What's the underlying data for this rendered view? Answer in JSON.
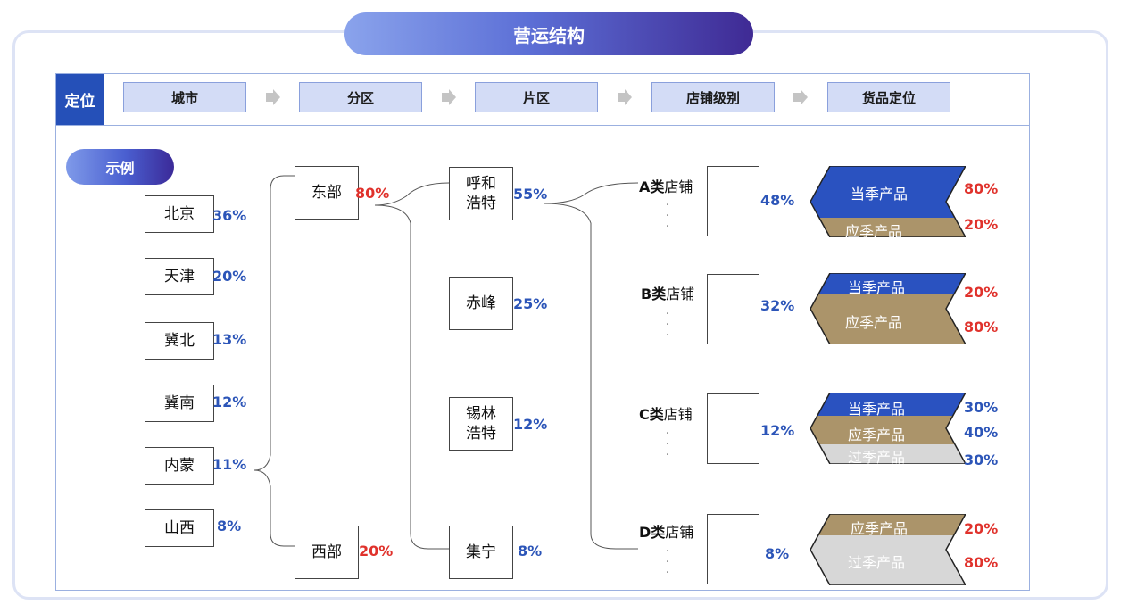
{
  "title": "营运结构",
  "positioning_label": "定位",
  "steps": [
    "城市",
    "分区",
    "片区",
    "店铺级别",
    "货品定位"
  ],
  "example_label": "示例",
  "cities": [
    {
      "name": "北京",
      "pct": "36%"
    },
    {
      "name": "天津",
      "pct": "20%"
    },
    {
      "name": "冀北",
      "pct": "13%"
    },
    {
      "name": "冀南",
      "pct": "12%"
    },
    {
      "name": "内蒙",
      "pct": "11%"
    },
    {
      "name": "山西",
      "pct": "8%"
    }
  ],
  "regions": [
    {
      "name": "东部",
      "pct": "80%"
    },
    {
      "name": "西部",
      "pct": "20%"
    }
  ],
  "areas": [
    {
      "name": "呼和\n浩特",
      "pct": "55%"
    },
    {
      "name": "赤峰",
      "pct": "25%"
    },
    {
      "name": "锡林\n浩特",
      "pct": "12%"
    },
    {
      "name": "集宁",
      "pct": "8%"
    }
  ],
  "shops": [
    {
      "grade": "A类",
      "label": "店铺",
      "pct": "48%"
    },
    {
      "grade": "B类",
      "label": "店铺",
      "pct": "32%"
    },
    {
      "grade": "C类",
      "label": "店铺",
      "pct": "12%"
    },
    {
      "grade": "D类",
      "label": "店铺",
      "pct": "8%"
    }
  ],
  "product_labels": {
    "current": "当季产品",
    "seasonal": "应季产品",
    "past": "过季产品"
  },
  "products": {
    "A": {
      "current": "80%",
      "seasonal": "20%"
    },
    "B": {
      "current": "20%",
      "seasonal": "80%"
    },
    "C": {
      "current": "30%",
      "seasonal": "40%",
      "past": "30%"
    },
    "D": {
      "seasonal": "20%",
      "past": "80%"
    }
  },
  "colors": {
    "current": "#2a52c0",
    "seasonal": "#ab946a",
    "past": "#d7d7d7",
    "accent_blue": "#2c55b8",
    "accent_red": "#e0322c"
  }
}
